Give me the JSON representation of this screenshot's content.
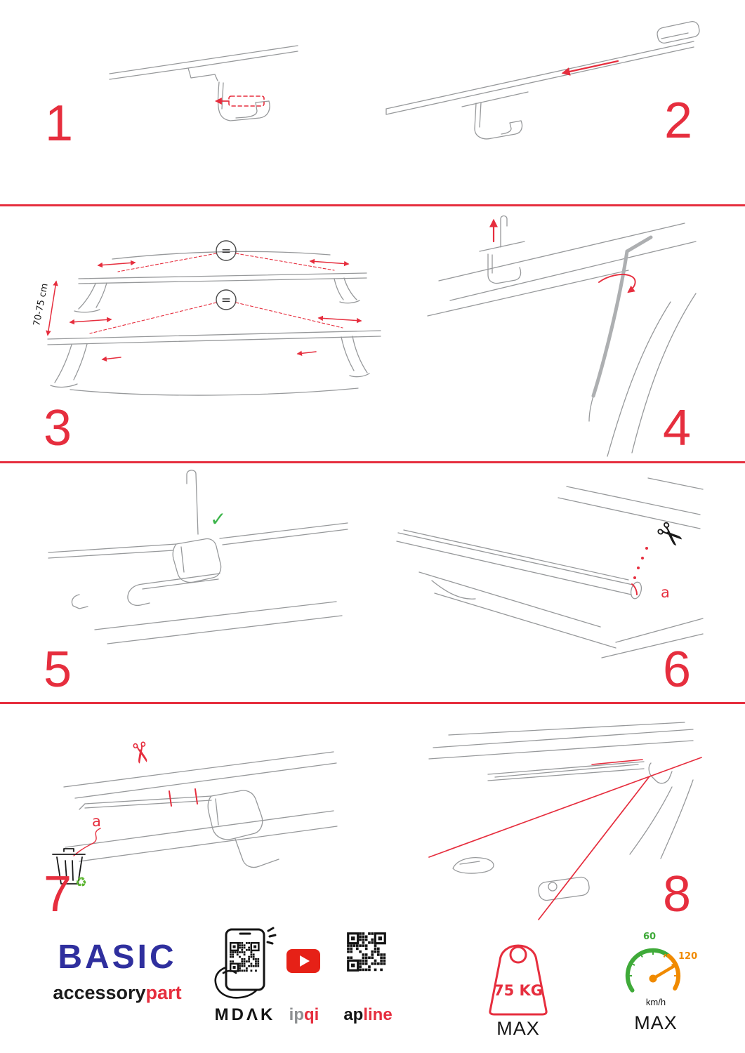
{
  "colors": {
    "accent_red": "#e62e3e",
    "brand_blue": "#2f2f9e",
    "check_green": "#3db54b",
    "recycle_green": "#5cb531",
    "gauge_green": "#3faa39",
    "gauge_orange": "#f08a00",
    "youtube_red": "#e62117",
    "drawing_gray": "#97999b"
  },
  "steps": [
    {
      "number": "1"
    },
    {
      "number": "2"
    },
    {
      "number": "3",
      "equals": "=",
      "dimension": "70-75 cm"
    },
    {
      "number": "4"
    },
    {
      "number": "5",
      "check": "✓"
    },
    {
      "number": "6",
      "scissors": "✂",
      "label_a": "a"
    },
    {
      "number": "7",
      "scissors": "✂",
      "label_a": "a",
      "recycle": "♻"
    },
    {
      "number": "8"
    }
  ],
  "footer": {
    "brand": {
      "title": "BASIC",
      "sub_black": "accessory",
      "sub_red": "part"
    },
    "logos": {
      "mdak": "MDΛK",
      "ipqi_gray": "ip",
      "ipqi_red": "qi",
      "apline_black": "ap",
      "apline_red": "line"
    },
    "weight": {
      "value": "75 KG",
      "max": "MAX"
    },
    "speed": {
      "low": "60",
      "high": "120",
      "unit": "km/h",
      "max": "MAX"
    }
  }
}
